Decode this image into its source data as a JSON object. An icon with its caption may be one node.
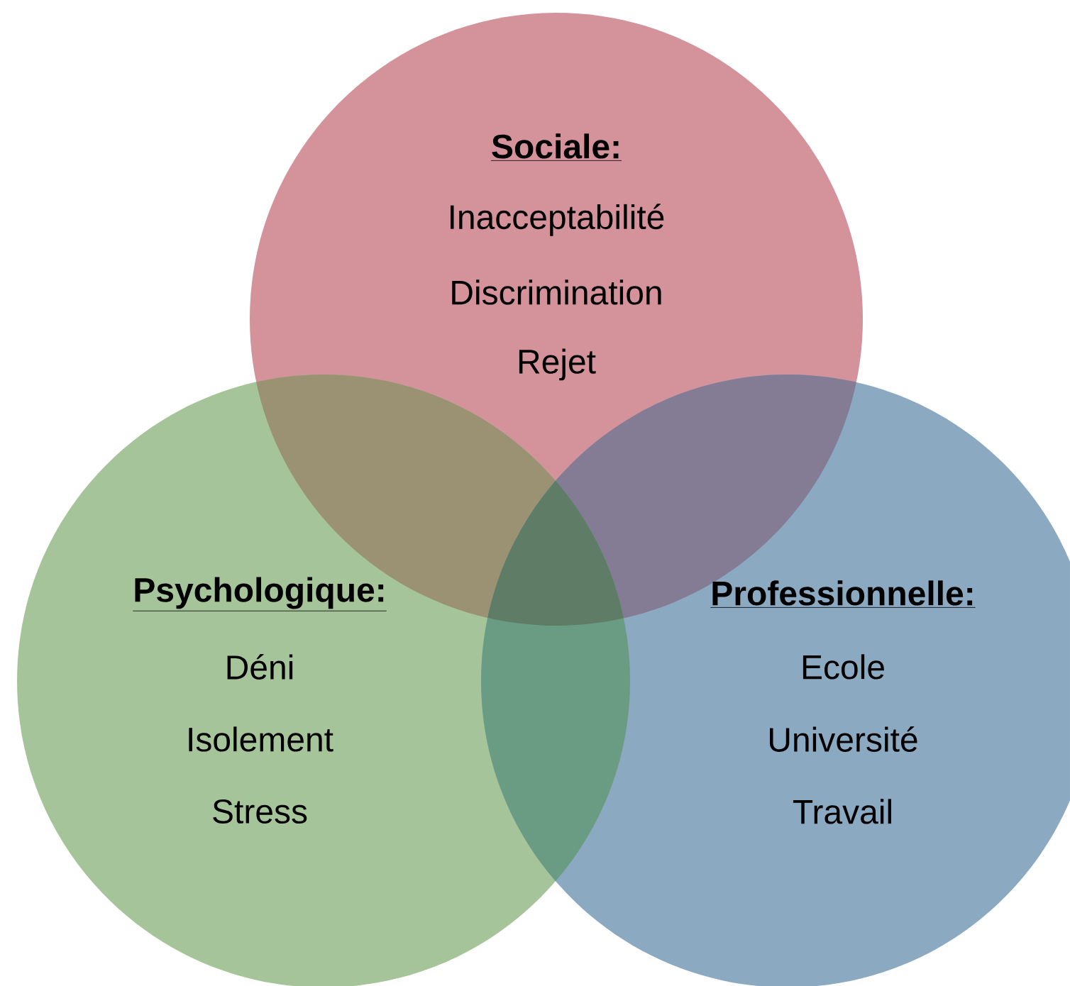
{
  "diagram": {
    "nodes": [
      {
        "text": [
          "Sociale:",
          "Inacceptabilité",
          "Discrimination",
          "Rejet"
        ]
      },
      {
        "text": [
          "Psychologique:",
          "Déni",
          "Isolement",
          "Stress"
        ]
      },
      {
        "text": [
          "Professionnelle:",
          "Ecole",
          "Université",
          "Travail"
        ]
      }
    ]
  }
}
